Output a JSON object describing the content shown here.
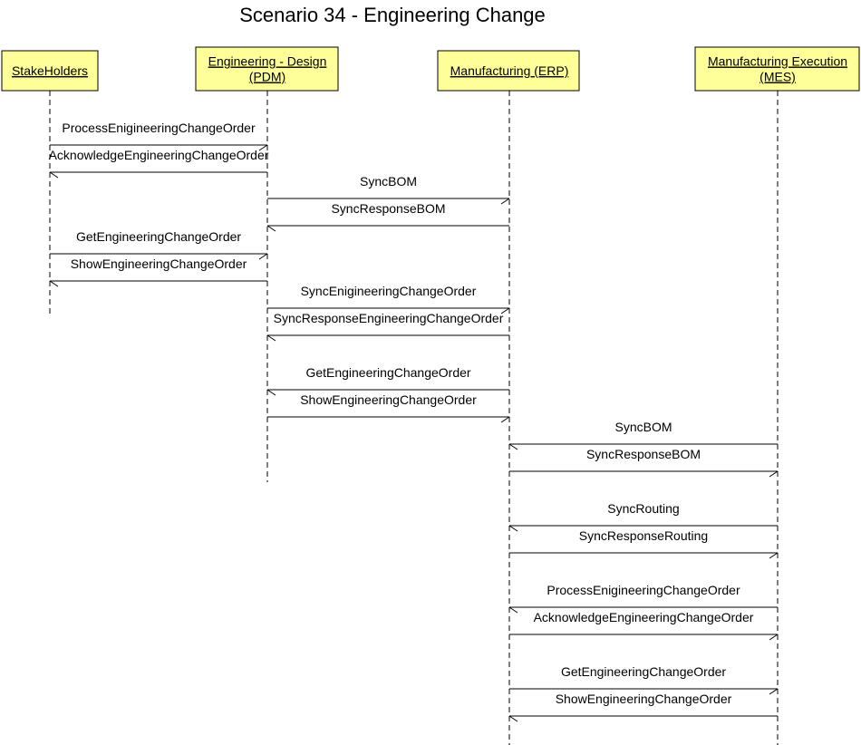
{
  "title": "Scenario 34 - Engineering Change",
  "colors": {
    "actor_fill": "#ffff99",
    "line": "#000000",
    "background": "#ffffff"
  },
  "actors": [
    {
      "id": "stakeholders",
      "lines": [
        "StakeHolders"
      ]
    },
    {
      "id": "pdm",
      "lines": [
        "Engineering - Design",
        "(PDM)"
      ]
    },
    {
      "id": "erp",
      "lines": [
        "Manufacturing (ERP)"
      ]
    },
    {
      "id": "mes",
      "lines": [
        "Manufacturing Execution",
        "(MES)"
      ]
    }
  ],
  "messages": [
    {
      "label": "ProcessEnigineeringChangeOrder",
      "from": "stakeholders",
      "to": "pdm"
    },
    {
      "label": "AcknowledgeEngineeringChangeOrder",
      "from": "pdm",
      "to": "stakeholders"
    },
    {
      "label": "SyncBOM",
      "from": "pdm",
      "to": "erp"
    },
    {
      "label": "SyncResponseBOM",
      "from": "erp",
      "to": "pdm"
    },
    {
      "label": "GetEngineeringChangeOrder",
      "from": "stakeholders",
      "to": "pdm"
    },
    {
      "label": "ShowEngineeringChangeOrder",
      "from": "pdm",
      "to": "stakeholders"
    },
    {
      "label": "SyncEnigineeringChangeOrder",
      "from": "pdm",
      "to": "erp"
    },
    {
      "label": "SyncResponseEngineeringChangeOrder",
      "from": "erp",
      "to": "pdm"
    },
    {
      "label": "GetEngineeringChangeOrder",
      "from": "erp",
      "to": "pdm"
    },
    {
      "label": "ShowEngineeringChangeOrder",
      "from": "pdm",
      "to": "erp"
    },
    {
      "label": "SyncBOM",
      "from": "mes",
      "to": "erp"
    },
    {
      "label": "SyncResponseBOM",
      "from": "erp",
      "to": "mes"
    },
    {
      "label": "SyncRouting",
      "from": "mes",
      "to": "erp"
    },
    {
      "label": "SyncResponseRouting",
      "from": "erp",
      "to": "mes"
    },
    {
      "label": "ProcessEnigineeringChangeOrder",
      "from": "mes",
      "to": "erp"
    },
    {
      "label": "AcknowledgeEngineeringChangeOrder",
      "from": "erp",
      "to": "mes"
    },
    {
      "label": "GetEngineeringChangeOrder",
      "from": "erp",
      "to": "mes"
    },
    {
      "label": "ShowEngineeringChangeOrder",
      "from": "mes",
      "to": "erp"
    }
  ]
}
